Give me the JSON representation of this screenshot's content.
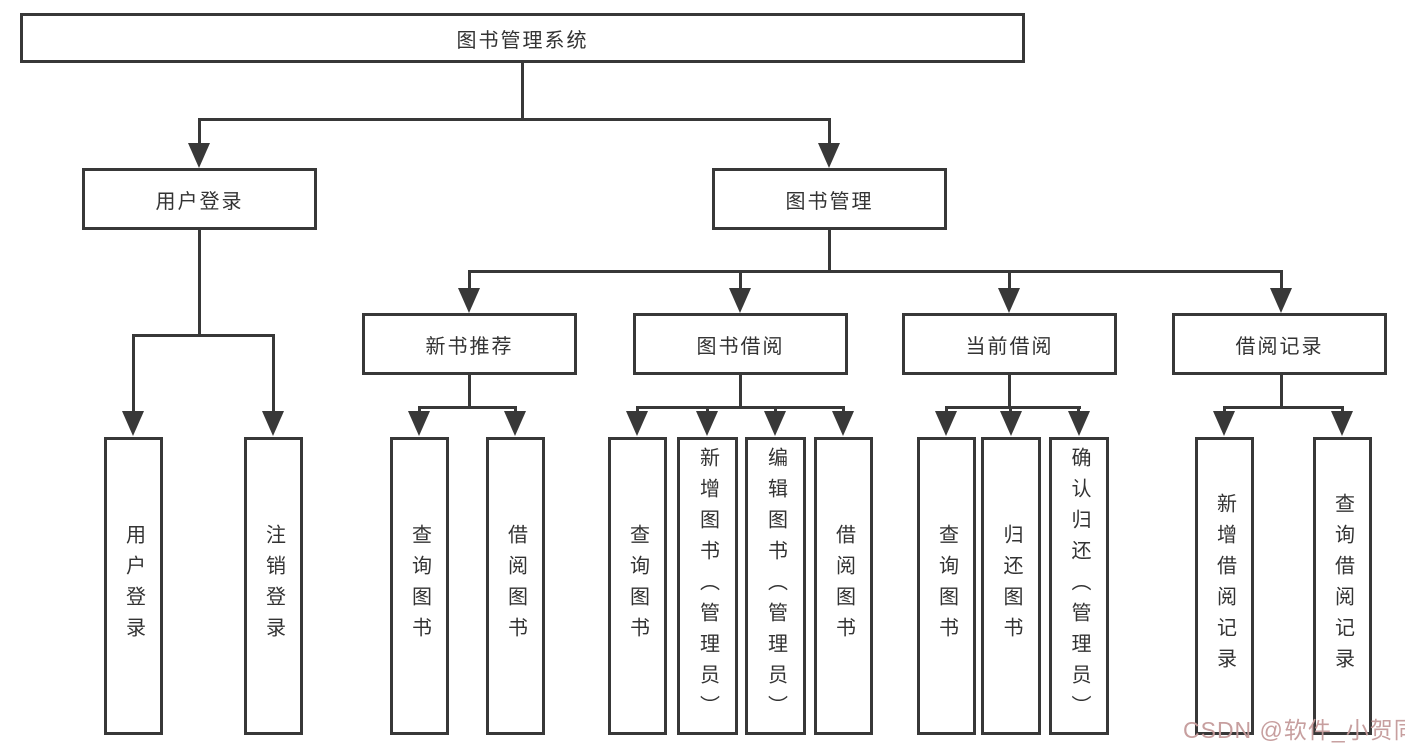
{
  "diagram": {
    "type": "function-structure-tree",
    "root": {
      "label": "图书管理系统",
      "children": [
        {
          "label": "用户登录",
          "children": [
            {
              "label": "用户登录"
            },
            {
              "label": "注销登录"
            }
          ]
        },
        {
          "label": "图书管理",
          "children": [
            {
              "label": "新书推荐",
              "children": [
                {
                  "label": "查询图书"
                },
                {
                  "label": "借阅图书"
                }
              ]
            },
            {
              "label": "图书借阅",
              "children": [
                {
                  "label": "查询图书"
                },
                {
                  "label": "新增图书（管理员）"
                },
                {
                  "label": "编辑图书（管理员）"
                },
                {
                  "label": "借阅图书"
                }
              ]
            },
            {
              "label": "当前借阅",
              "children": [
                {
                  "label": "查询图书"
                },
                {
                  "label": "归还图书"
                },
                {
                  "label": "确认归还（管理员）"
                }
              ]
            },
            {
              "label": "借阅记录",
              "children": [
                {
                  "label": "新增借阅记录"
                },
                {
                  "label": "查询借阅记录"
                }
              ]
            }
          ]
        }
      ]
    },
    "colors": {
      "line": "#383838",
      "box_border": "#383838",
      "box_background": "#ffffff",
      "text": "#333333",
      "background": "#ffffff"
    }
  },
  "watermark": {
    "text": "CSDN @软件_小贺同学",
    "color": "#c59a9a"
  }
}
